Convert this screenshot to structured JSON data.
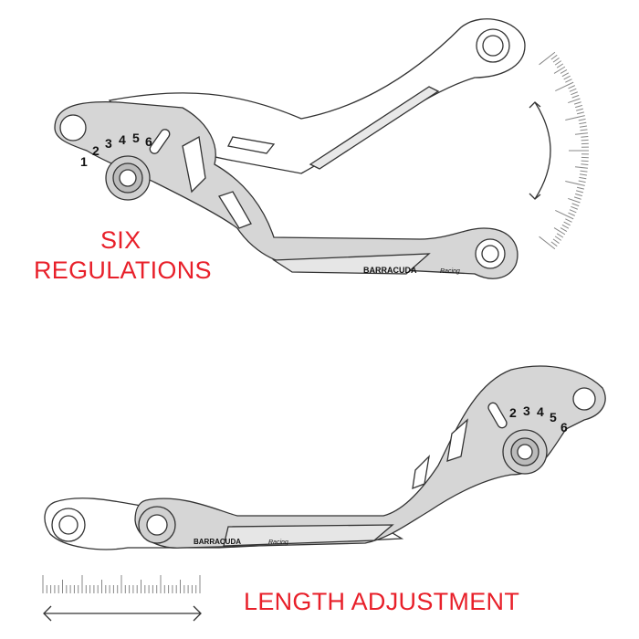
{
  "labels": {
    "six": "SIX",
    "regulations": "REGULATIONS",
    "length_adjustment": "LENGTH ADJUSTMENT"
  },
  "brand": {
    "name": "BARRACUDA",
    "sub": "Racing"
  },
  "dial_numbers": [
    "1",
    "2",
    "3",
    "4",
    "5",
    "6"
  ],
  "colors": {
    "label": "#e8202a",
    "lever": "#d6d6d6",
    "outline": "#333333"
  }
}
